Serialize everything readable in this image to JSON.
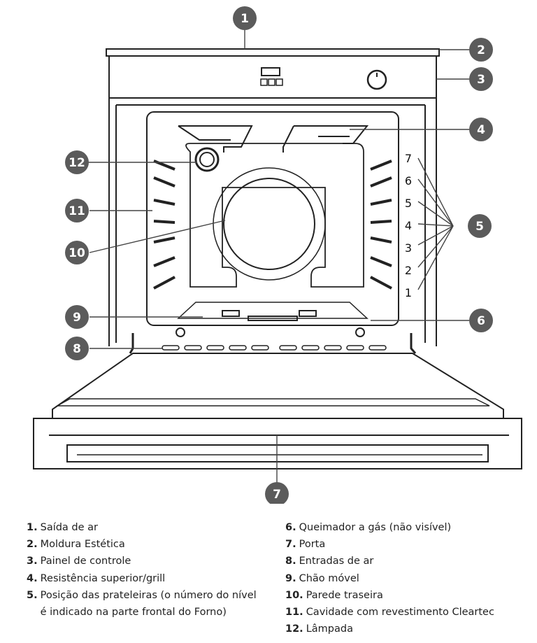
{
  "callouts": {
    "c1": "1",
    "c2": "2",
    "c3": "3",
    "c4": "4",
    "c5": "5",
    "c6": "6",
    "c7": "7",
    "c8": "8",
    "c9": "9",
    "c10": "10",
    "c11": "11",
    "c12": "12"
  },
  "shelf_levels": [
    "7",
    "6",
    "5",
    "4",
    "3",
    "2",
    "1"
  ],
  "legend": {
    "col1": [
      {
        "num": "1.",
        "text": "Saída de ar"
      },
      {
        "num": "2.",
        "text": "Moldura Estética"
      },
      {
        "num": "3.",
        "text": "Painel de controle"
      },
      {
        "num": "4.",
        "text": "Resistência superior/grill"
      },
      {
        "num": "5.",
        "text": "Posição das prateleiras (o número do nível é indicado na parte frontal do Forno)"
      }
    ],
    "col2": [
      {
        "num": "6.",
        "text": "Queimador a gás (não visível)"
      },
      {
        "num": "7.",
        "text": "Porta"
      },
      {
        "num": "8.",
        "text": "Entradas de ar"
      },
      {
        "num": "9.",
        "text": "Chão móvel"
      },
      {
        "num": "10.",
        "text": "Parede traseira"
      },
      {
        "num": "11.",
        "text": "Cavidade com revestimento Cleartec"
      },
      {
        "num": "12.",
        "text": "Lâmpada"
      }
    ]
  },
  "colors": {
    "callout": "#5b5b5b",
    "line": "#222222"
  }
}
